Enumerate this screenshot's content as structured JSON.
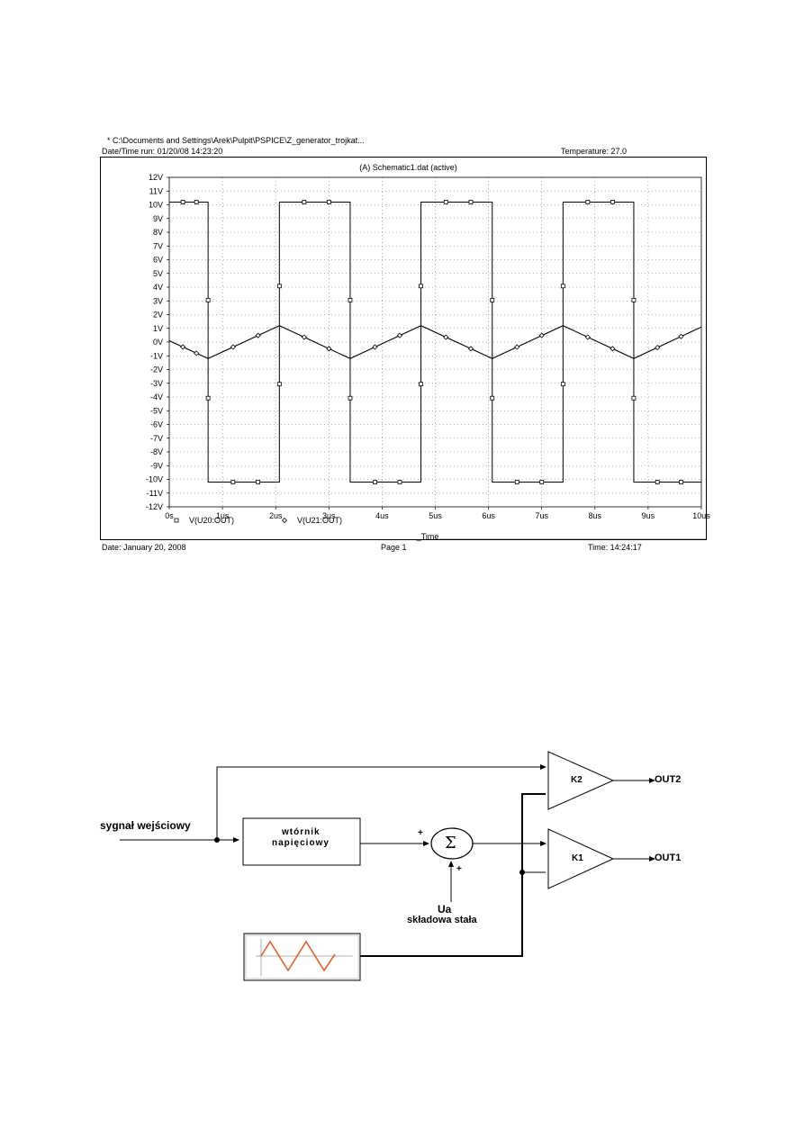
{
  "printout": {
    "file_path": "* C:\\Documents and Settings\\Arek\\Pulpit\\PSPICE\\Z_generator_trojkat...",
    "run_time": "Date/Time run: 01/20/08 14:23:20",
    "temperature": "Temperature: 27.0",
    "footer_date": "Date: January 20, 2008",
    "footer_page": "Page 1",
    "footer_time": "Time: 14:24:17"
  },
  "chart_data": {
    "type": "line",
    "title": "(A) Schematic1.dat (active)",
    "xlabel": "_Time",
    "ylabel": "",
    "xlim": [
      0,
      10.0
    ],
    "ylim": [
      -12,
      12
    ],
    "x_unit": "us",
    "y_unit": "V",
    "x_ticks": [
      "0s",
      "1us",
      "2us",
      "3us",
      "4us",
      "5us",
      "6us",
      "7us",
      "8us",
      "9us",
      "10us"
    ],
    "y_ticks": [
      "12V",
      "11V",
      "10V",
      "9V",
      "8V",
      "7V",
      "6V",
      "5V",
      "4V",
      "3V",
      "2V",
      "1V",
      "0V",
      "-1V",
      "-2V",
      "-3V",
      "-4V",
      "-5V",
      "-6V",
      "-7V",
      "-8V",
      "-9V",
      "-10V",
      "-11V",
      "-12V"
    ],
    "grid": true,
    "legend_position": "bottom-left",
    "series": [
      {
        "name": "V(U20:OUT)",
        "marker": "square",
        "x": [
          0,
          0.73,
          0.73,
          2.07,
          2.07,
          3.4,
          3.4,
          4.73,
          4.73,
          6.07,
          6.07,
          7.4,
          7.4,
          8.73,
          8.73,
          10.0
        ],
        "y": [
          10.2,
          10.2,
          -10.2,
          -10.2,
          10.2,
          10.2,
          -10.2,
          -10.2,
          10.2,
          10.2,
          -10.2,
          -10.2,
          10.2,
          10.2,
          -10.2,
          -10.2
        ]
      },
      {
        "name": "V(U21:OUT)",
        "marker": "diamond",
        "x": [
          0,
          0.73,
          2.07,
          3.4,
          4.73,
          6.07,
          7.4,
          8.73,
          10.0
        ],
        "y": [
          0.1,
          -1.2,
          1.2,
          -1.2,
          1.2,
          -1.2,
          1.2,
          -1.2,
          1.1
        ]
      }
    ]
  },
  "diagram": {
    "input_label": "sygnał wejściowy",
    "follower_line1": "wtórnik",
    "follower_line2": "napięciowy",
    "sum_symbol": "Σ",
    "plus_left": "+",
    "plus_bottom": "+",
    "ua_label": "Ua",
    "dc_label": "składowa stała",
    "k1_label": "K1",
    "k2_label": "K2",
    "out1_label": "OUT1",
    "out2_label": "OUT2",
    "colors": {
      "triangle_wave": "#e0622a"
    }
  }
}
